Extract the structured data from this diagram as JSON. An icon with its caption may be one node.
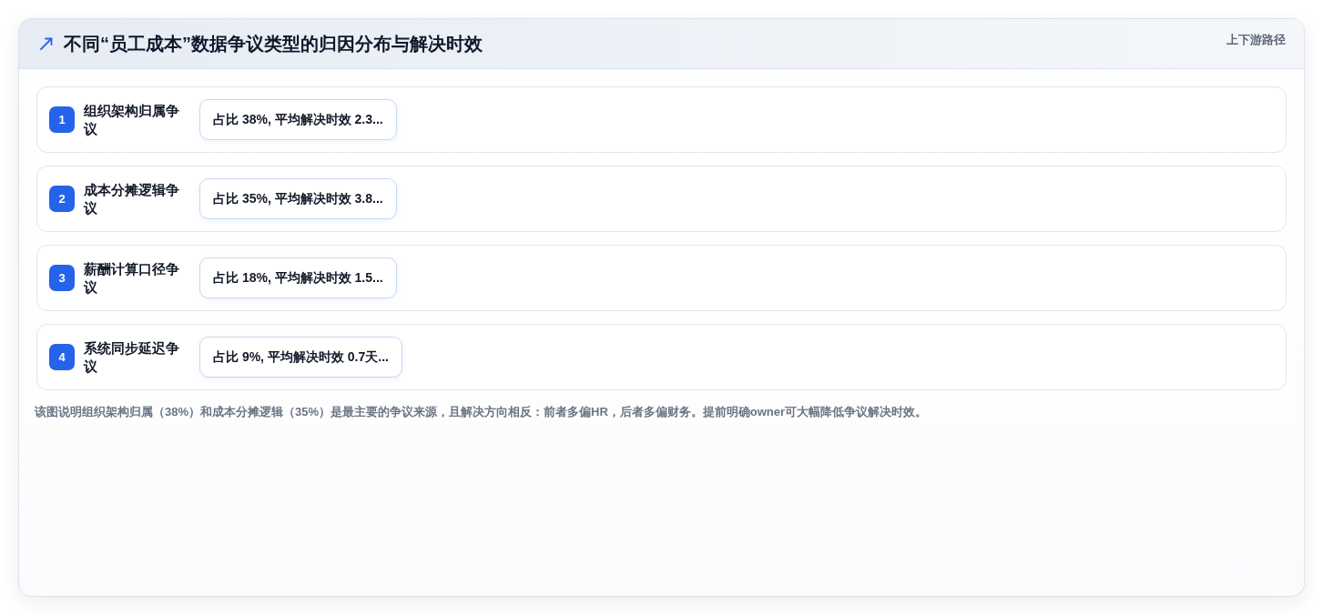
{
  "diagram": {
    "title": "不同“员工成本”数据争议类型的归因分布与解决时效",
    "caption": "该图说明组织架构归属（38%）和成本分摊逻辑（35%）是最主要的争议来源，且解决方向相反：前者多偏HR，后者多偏财务。提前明确owner可大幅降低争议解决时效。",
    "nodes": [
      {
        "text": [
          "组织架构归属争议"
        ]
      },
      {
        "text": [
          "1"
        ],
        "in": 0
      },
      {
        "text": [
          "占比 38%, 平均解决时效 2.3..."
        ],
        "in": 0
      },
      {
        "text": [
          "成本分摊逻辑争议"
        ]
      },
      {
        "text": [
          "2"
        ],
        "in": 3
      },
      {
        "text": [
          "占比 35%, 平均解决时效 3.8..."
        ],
        "in": 3
      },
      {
        "text": [
          "薪酬计算口径争议"
        ]
      },
      {
        "text": [
          "3"
        ],
        "in": 6
      },
      {
        "text": [
          "占比 18%, 平均解决时效 1.5..."
        ],
        "in": 6
      },
      {
        "text": [
          "系统同步延迟争议"
        ]
      },
      {
        "text": [
          "4"
        ],
        "in": 9
      },
      {
        "text": [
          "占比 9%, 平均解决时效 0.7天..."
        ],
        "in": 9
      }
    ],
    "labels": [
      "上下游路径"
    ]
  }
}
